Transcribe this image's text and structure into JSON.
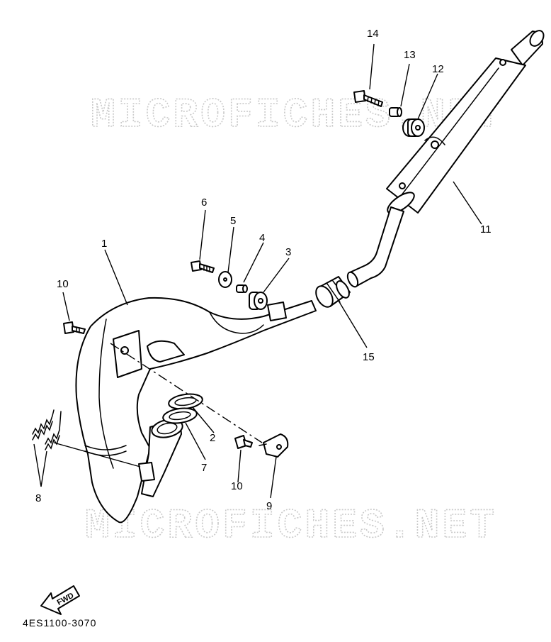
{
  "watermark": "MICROFICHES.NET",
  "diagram_code": "4ES1100-3070",
  "fwd_label": "FWD",
  "callouts": {
    "c1": "1",
    "c2": "2",
    "c3": "3",
    "c4": "4",
    "c5": "5",
    "c6": "6",
    "c7": "7",
    "c8": "8",
    "c9": "9",
    "c10a": "10",
    "c10b": "10",
    "c11": "11",
    "c12": "12",
    "c13": "13",
    "c14": "14",
    "c15": "15"
  },
  "colors": {
    "line": "#000000",
    "watermark": "#c9c9c9",
    "background": "#ffffff"
  }
}
